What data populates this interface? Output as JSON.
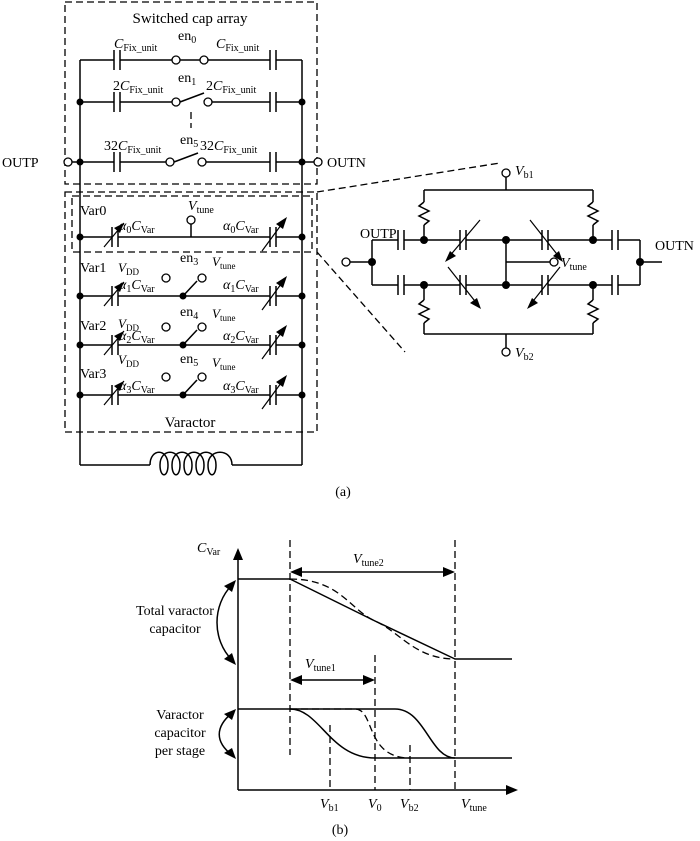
{
  "figure_a": {
    "caption": "(a)",
    "switched_cap_title": "Switched cap array",
    "varactor_title": "Varactor",
    "outp": "OUTP",
    "outn": "OUTN",
    "cap_rows": [
      {
        "left_coef": "",
        "right_coef": "",
        "cap_base": "C",
        "cap_sub": "Fix_unit",
        "en_base": "en",
        "en_sub": "0"
      },
      {
        "left_coef": "2",
        "right_coef": "2",
        "cap_base": "C",
        "cap_sub": "Fix_unit",
        "en_base": "en",
        "en_sub": "1"
      },
      {
        "left_coef": "32",
        "right_coef": "32",
        "cap_base": "C",
        "cap_sub": "Fix_unit",
        "en_base": "en",
        "en_sub": "5"
      }
    ],
    "var_rows": [
      {
        "name": "Var0",
        "alpha": "α",
        "alpha_sub": "0",
        "cap_base": "C",
        "cap_sub": "Var",
        "en_base": "",
        "en_sub": "",
        "left_v": "V",
        "left_v_sub": "tune"
      },
      {
        "name": "Var1",
        "alpha": "α",
        "alpha_sub": "1",
        "cap_base": "C",
        "cap_sub": "Var",
        "en_base": "en",
        "en_sub": "3",
        "vdd": "V",
        "vdd_sub": "DD",
        "vt": "V",
        "vt_sub": "tune"
      },
      {
        "name": "Var2",
        "alpha": "α",
        "alpha_sub": "2",
        "cap_base": "C",
        "cap_sub": "Var",
        "en_base": "en",
        "en_sub": "4",
        "vdd": "V",
        "vdd_sub": "DD",
        "vt": "V",
        "vt_sub": "tune"
      },
      {
        "name": "Var3",
        "alpha": "α",
        "alpha_sub": "3",
        "cap_base": "C",
        "cap_sub": "Var",
        "en_base": "en",
        "en_sub": "5",
        "vdd": "V",
        "vdd_sub": "DD",
        "vt": "V",
        "vt_sub": "tune"
      }
    ],
    "detail": {
      "outp": "OUTP",
      "outn": "OUTN",
      "vb1": "V",
      "vb1_sub": "b1",
      "vb2": "V",
      "vb2_sub": "b2",
      "vtune": "V",
      "vtune_sub": "tune"
    }
  },
  "figure_b": {
    "caption": "(b)",
    "y_label": "C",
    "y_label_sub": "Var",
    "total_label_1": "Total varactor",
    "total_label_2": "capacitor",
    "stage_label_1": "Varactor",
    "stage_label_2": "capacitor",
    "stage_label_3": "per stage",
    "vtune2": "V",
    "vtune2_sub": "tune2",
    "vtune1": "V",
    "vtune1_sub": "tune1",
    "x_ticks": [
      {
        "base": "V",
        "sub": "b1"
      },
      {
        "base": "V",
        "sub": "0"
      },
      {
        "base": "V",
        "sub": "b2"
      },
      {
        "base": "V",
        "sub": "tune"
      }
    ]
  }
}
